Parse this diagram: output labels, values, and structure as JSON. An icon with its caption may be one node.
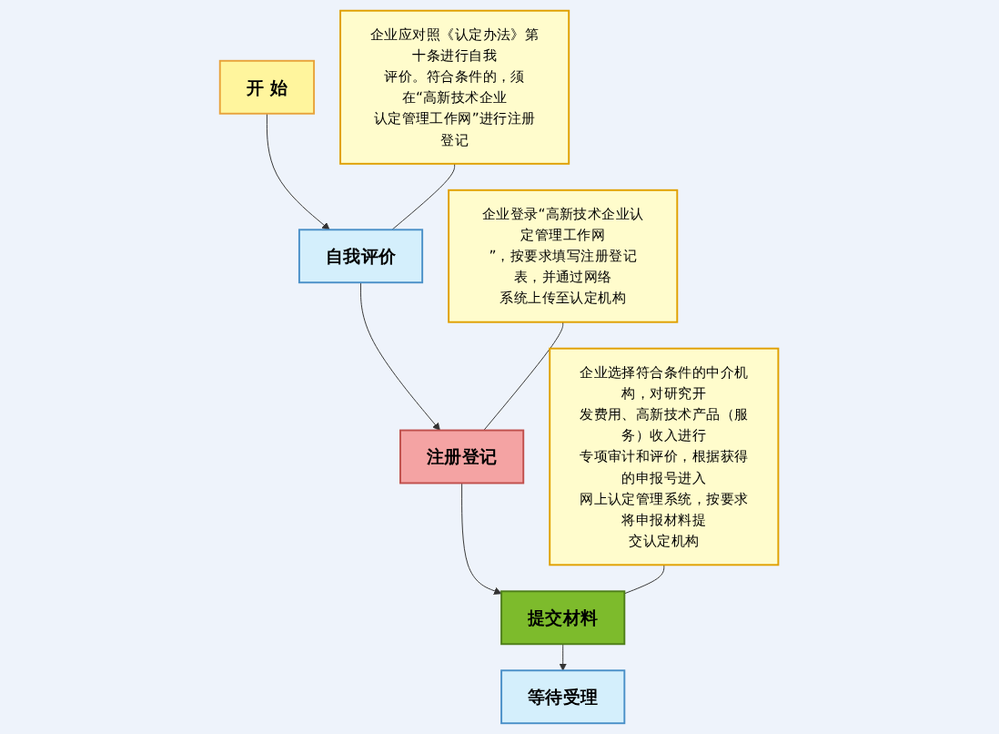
{
  "diagram": {
    "nodes": [
      {
        "text": [
          "开 始"
        ]
      },
      {
        "text": [
          "自我评价"
        ]
      },
      {
        "text": [
          "注册登记"
        ]
      },
      {
        "text": [
          "提交材料"
        ]
      },
      {
        "text": [
          "等待受理"
        ]
      },
      {
        "text": [
          "企业应对照《认定办法》第十条进行自我评价。符合条件的，须在“高新技术企业认定管理工作网”进行注册登记"
        ]
      },
      {
        "text": [
          "企业登录“高新技术企业认定管理工作网”，按要求填写注册登记表，并通过网络系统上传至认定机构"
        ]
      },
      {
        "text": [
          "企业选择符合条件的中介机构，对研究开发费用、高新技术产品（服务）收入进行专项审计和评价，根据获得的申报号进入网上认定管理系统，按要求将申报材料提交认定机构"
        ]
      }
    ],
    "edges": [
      {
        "from": 0,
        "to": 1,
        "arrow": "to"
      },
      {
        "from": 1,
        "to": 2,
        "arrow": "to"
      },
      {
        "from": 2,
        "to": 3,
        "arrow": "to"
      },
      {
        "from": 3,
        "to": 4,
        "arrow": "to"
      },
      {
        "from": 5,
        "to": 1,
        "arrow": "none"
      },
      {
        "from": 6,
        "to": 2,
        "arrow": "none"
      },
      {
        "from": 7,
        "to": 3,
        "arrow": "none"
      }
    ]
  }
}
